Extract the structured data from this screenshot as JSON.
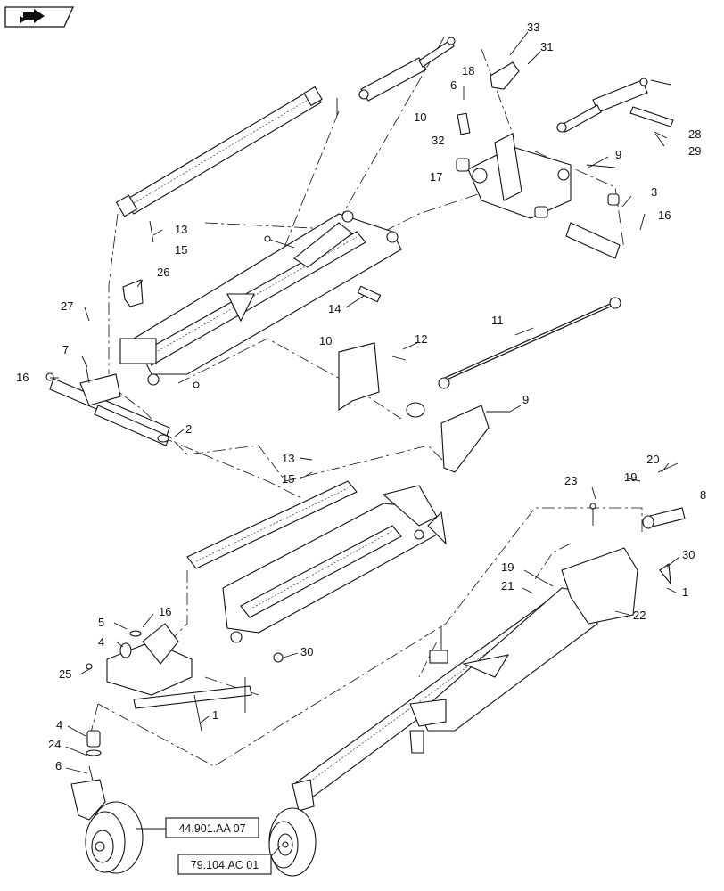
{
  "nav_icon": "book-arrow-icon",
  "references": [
    {
      "key": "ref-wheel",
      "text": "44.901.AA 07"
    },
    {
      "key": "ref-gauge-wheel",
      "text": "79.104.AC 01"
    }
  ],
  "callouts": [
    {
      "key": "c33",
      "text": "33"
    },
    {
      "key": "c31",
      "text": "31"
    },
    {
      "key": "c18",
      "text": "18"
    },
    {
      "key": "c6a",
      "text": "6"
    },
    {
      "key": "c10a",
      "text": "10"
    },
    {
      "key": "c32",
      "text": "32"
    },
    {
      "key": "c9a",
      "text": "9"
    },
    {
      "key": "c17",
      "text": "17"
    },
    {
      "key": "c28",
      "text": "28"
    },
    {
      "key": "c29",
      "text": "29"
    },
    {
      "key": "c3",
      "text": "3"
    },
    {
      "key": "c16a",
      "text": "16"
    },
    {
      "key": "c13a",
      "text": "13"
    },
    {
      "key": "c15a",
      "text": "15"
    },
    {
      "key": "c26",
      "text": "26"
    },
    {
      "key": "c14",
      "text": "14"
    },
    {
      "key": "c27",
      "text": "27"
    },
    {
      "key": "c11",
      "text": "11"
    },
    {
      "key": "c10b",
      "text": "10"
    },
    {
      "key": "c12",
      "text": "12"
    },
    {
      "key": "c7",
      "text": "7"
    },
    {
      "key": "c16b",
      "text": "16"
    },
    {
      "key": "c9b",
      "text": "9"
    },
    {
      "key": "c2",
      "text": "2"
    },
    {
      "key": "c20",
      "text": "20"
    },
    {
      "key": "c13b",
      "text": "13"
    },
    {
      "key": "c19a",
      "text": "19"
    },
    {
      "key": "c23",
      "text": "23"
    },
    {
      "key": "c15b",
      "text": "15"
    },
    {
      "key": "c8",
      "text": "8"
    },
    {
      "key": "c30a",
      "text": "30"
    },
    {
      "key": "c19b",
      "text": "19"
    },
    {
      "key": "c1a",
      "text": "1"
    },
    {
      "key": "c21",
      "text": "21"
    },
    {
      "key": "c22",
      "text": "22"
    },
    {
      "key": "c5",
      "text": "5"
    },
    {
      "key": "c16c",
      "text": "16"
    },
    {
      "key": "c4a",
      "text": "4"
    },
    {
      "key": "c30b",
      "text": "30"
    },
    {
      "key": "c25",
      "text": "25"
    },
    {
      "key": "c1b",
      "text": "1"
    },
    {
      "key": "c4b",
      "text": "4"
    },
    {
      "key": "c24",
      "text": "24"
    },
    {
      "key": "c6b",
      "text": "6"
    }
  ]
}
